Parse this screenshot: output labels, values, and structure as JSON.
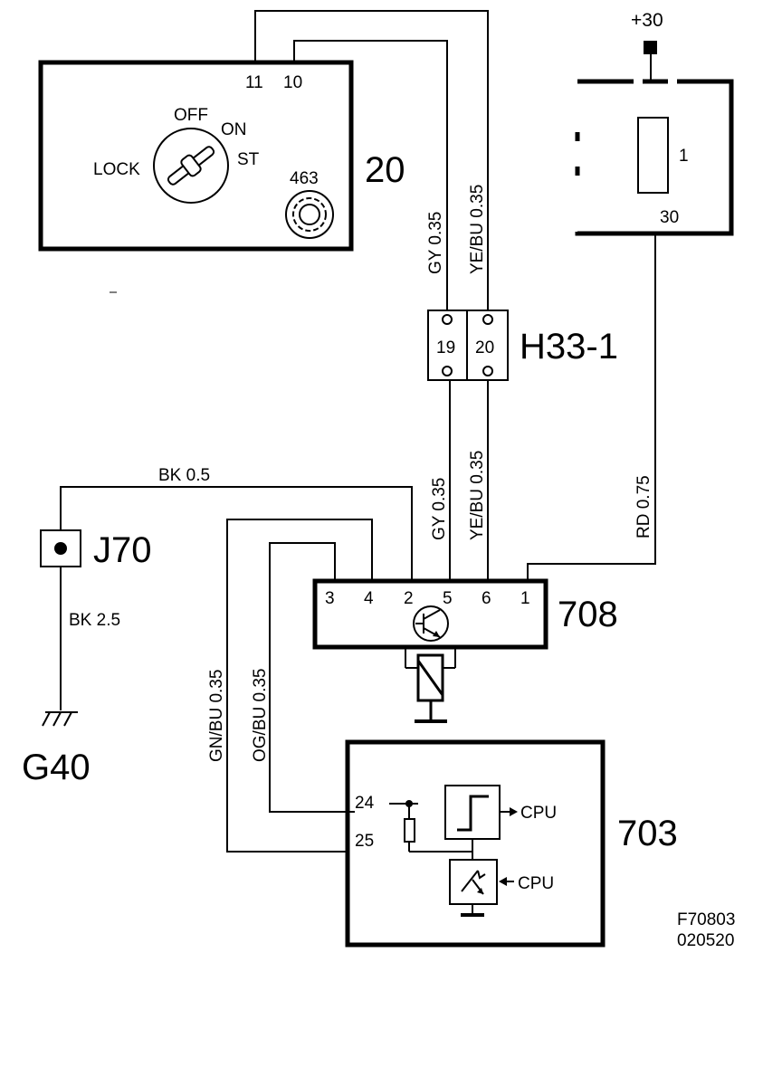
{
  "components": {
    "ignition_switch": {
      "id": "20",
      "pin_11": "11",
      "pin_10": "10",
      "pos_off": "OFF",
      "pos_on": "ON",
      "pos_lock": "LOCK",
      "pos_st": "ST",
      "lamp": "463"
    },
    "fuse": {
      "supply": "+30",
      "number": "1",
      "terminal": "30"
    },
    "connector": {
      "id": "H33-1",
      "pin_19": "19",
      "pin_20": "20"
    },
    "ground_point": {
      "id": "J70"
    },
    "ground": {
      "id": "G40"
    },
    "module_708": {
      "id": "708",
      "pins": [
        "3",
        "4",
        "2",
        "5",
        "6",
        "1"
      ]
    },
    "module_703": {
      "id": "703",
      "pin_24": "24",
      "pin_25": "25",
      "cpu_1": "CPU",
      "cpu_2": "CPU"
    }
  },
  "wires": {
    "upper_gy": "GY  0.35",
    "upper_yebu": "YE/BU  0.35",
    "lower_gy": "GY  0.35",
    "lower_yebu": "YE/BU  0.35",
    "rd": "RD  0.75",
    "bk_top": "BK  0.5",
    "bk_ground": "BK  2.5",
    "gnbu": "GN/BU  0.35",
    "ogbu": "OG/BU  0.35"
  },
  "footer": {
    "code": "F70803",
    "date": "020520"
  }
}
